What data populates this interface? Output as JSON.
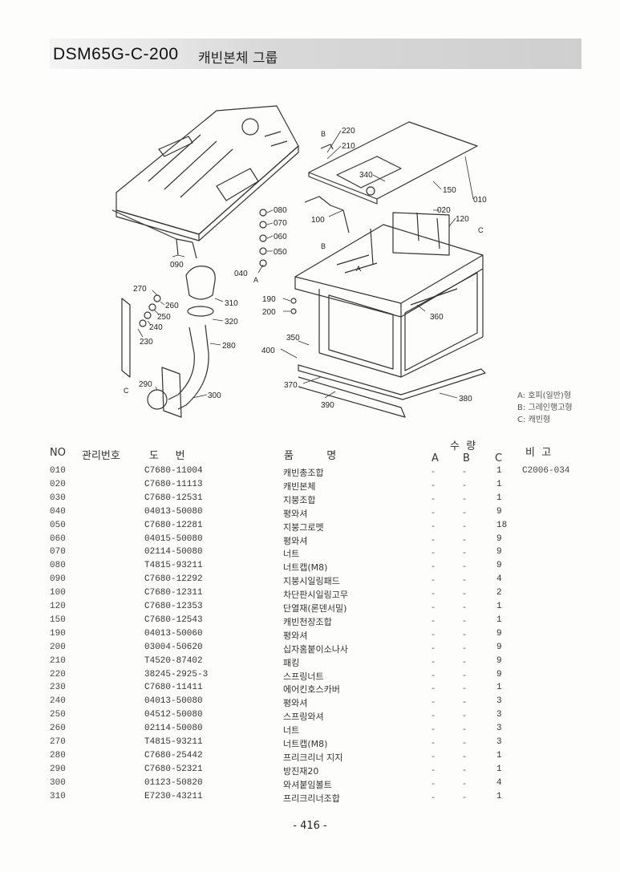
{
  "header": {
    "code": "DSM65G-C-200",
    "title": "캐빈본체  그룹"
  },
  "callouts": [
    {
      "id": "c220",
      "label": "220"
    },
    {
      "id": "c210",
      "label": "210"
    },
    {
      "id": "c340",
      "label": "340"
    },
    {
      "id": "c150",
      "label": "150"
    },
    {
      "id": "c010",
      "label": "010"
    },
    {
      "id": "c020",
      "label": "020"
    },
    {
      "id": "c120",
      "label": "120"
    },
    {
      "id": "c100",
      "label": "100"
    },
    {
      "id": "c080",
      "label": "080"
    },
    {
      "id": "c070",
      "label": "070"
    },
    {
      "id": "c060",
      "label": "060"
    },
    {
      "id": "c050",
      "label": "050"
    },
    {
      "id": "c040",
      "label": "040"
    },
    {
      "id": "c090",
      "label": "090"
    },
    {
      "id": "c270",
      "label": "270"
    },
    {
      "id": "c260",
      "label": "260"
    },
    {
      "id": "c250",
      "label": "250"
    },
    {
      "id": "c240",
      "label": "240"
    },
    {
      "id": "c230",
      "label": "230"
    },
    {
      "id": "c310",
      "label": "310"
    },
    {
      "id": "c320",
      "label": "320"
    },
    {
      "id": "c280",
      "label": "280"
    },
    {
      "id": "c290",
      "label": "290"
    },
    {
      "id": "c300",
      "label": "300"
    },
    {
      "id": "c190",
      "label": "190"
    },
    {
      "id": "c200",
      "label": "200"
    },
    {
      "id": "c360",
      "label": "360"
    },
    {
      "id": "c350",
      "label": "350"
    },
    {
      "id": "c400",
      "label": "400"
    },
    {
      "id": "c370",
      "label": "370"
    },
    {
      "id": "c390",
      "label": "390"
    },
    {
      "id": "c380",
      "label": "380"
    }
  ],
  "markers": {
    "a": "A",
    "b": "B",
    "c": "C"
  },
  "legend": [
    "A: 호피(일반)형",
    "B: 그레인행고형",
    "C: 캐빈형"
  ],
  "table": {
    "headers": {
      "no": "NO",
      "mgmt": "관리번호",
      "drawing": "도     번",
      "name": "품          명",
      "qty": "수  량",
      "rem": "비  고",
      "a": "A",
      "b": "B",
      "c": "C"
    },
    "rows": [
      {
        "no": "010",
        "part": "C7680-11004",
        "name": "캐빈총조합",
        "a": "-",
        "b": "-",
        "c": "1",
        "remark": "C2006-034"
      },
      {
        "no": "020",
        "part": "C7680-11113",
        "name": "캐빈본체",
        "a": "-",
        "b": "-",
        "c": "1",
        "remark": ""
      },
      {
        "no": "030",
        "part": "C7680-12531",
        "name": "지붕조합",
        "a": "-",
        "b": "-",
        "c": "1",
        "remark": ""
      },
      {
        "no": "040",
        "part": "04013-50080",
        "name": "평와셔",
        "a": "-",
        "b": "-",
        "c": "9",
        "remark": ""
      },
      {
        "no": "050",
        "part": "C7680-12281",
        "name": "지붕그로멧",
        "a": "-",
        "b": "-",
        "c": "18",
        "remark": ""
      },
      {
        "no": "060",
        "part": "04015-50080",
        "name": "평와셔",
        "a": "-",
        "b": "-",
        "c": "9",
        "remark": ""
      },
      {
        "no": "070",
        "part": "02114-50080",
        "name": "너트",
        "a": "-",
        "b": "-",
        "c": "9",
        "remark": ""
      },
      {
        "no": "080",
        "part": "T4815-93211",
        "name": "너트캡(M8)",
        "a": "-",
        "b": "-",
        "c": "9",
        "remark": ""
      },
      {
        "no": "090",
        "part": "C7680-12292",
        "name": "지붕시일링패드",
        "a": "-",
        "b": "-",
        "c": "4",
        "remark": ""
      },
      {
        "no": "100",
        "part": "C7680-12311",
        "name": "차단판시일링고무",
        "a": "-",
        "b": "-",
        "c": "2",
        "remark": ""
      },
      {
        "no": "120",
        "part": "C7680-12353",
        "name": "단열재(론덴서밀)",
        "a": "-",
        "b": "-",
        "c": "1",
        "remark": ""
      },
      {
        "no": "150",
        "part": "C7680-12543",
        "name": "캐빈천장조합",
        "a": "-",
        "b": "-",
        "c": "1",
        "remark": ""
      },
      {
        "no": "190",
        "part": "04013-50060",
        "name": "평와셔",
        "a": "-",
        "b": "-",
        "c": "9",
        "remark": ""
      },
      {
        "no": "200",
        "part": "03004-50620",
        "name": "십자홈붙이소나사",
        "a": "-",
        "b": "-",
        "c": "9",
        "remark": ""
      },
      {
        "no": "210",
        "part": "T4520-87402",
        "name": "패킹",
        "a": "-",
        "b": "-",
        "c": "9",
        "remark": ""
      },
      {
        "no": "220",
        "part": "38245-2925-3",
        "name": "스프링너트",
        "a": "-",
        "b": "-",
        "c": "9",
        "remark": ""
      },
      {
        "no": "230",
        "part": "C7680-11411",
        "name": "에어킨호스카버",
        "a": "-",
        "b": "-",
        "c": "1",
        "remark": ""
      },
      {
        "no": "240",
        "part": "04013-50080",
        "name": "평와셔",
        "a": "-",
        "b": "-",
        "c": "3",
        "remark": ""
      },
      {
        "no": "250",
        "part": "04512-50080",
        "name": "스프링와셔",
        "a": "-",
        "b": "-",
        "c": "3",
        "remark": ""
      },
      {
        "no": "260",
        "part": "02114-50080",
        "name": "너트",
        "a": "-",
        "b": "-",
        "c": "3",
        "remark": ""
      },
      {
        "no": "270",
        "part": "T4815-93211",
        "name": "너트캡(M8)",
        "a": "-",
        "b": "-",
        "c": "3",
        "remark": ""
      },
      {
        "no": "280",
        "part": "C7680-25442",
        "name": "프리크리너 지지",
        "a": "-",
        "b": "-",
        "c": "1",
        "remark": ""
      },
      {
        "no": "290",
        "part": "C7680-52321",
        "name": "방진재20",
        "a": "-",
        "b": "-",
        "c": "1",
        "remark": ""
      },
      {
        "no": "300",
        "part": "01123-50820",
        "name": "와셔붙임볼트",
        "a": "-",
        "b": "-",
        "c": "4",
        "remark": ""
      },
      {
        "no": "310",
        "part": "E7230-43211",
        "name": "프리크리너조합",
        "a": "-",
        "b": "-",
        "c": "1",
        "remark": ""
      }
    ]
  },
  "footer": {
    "page": "- 416 -"
  }
}
